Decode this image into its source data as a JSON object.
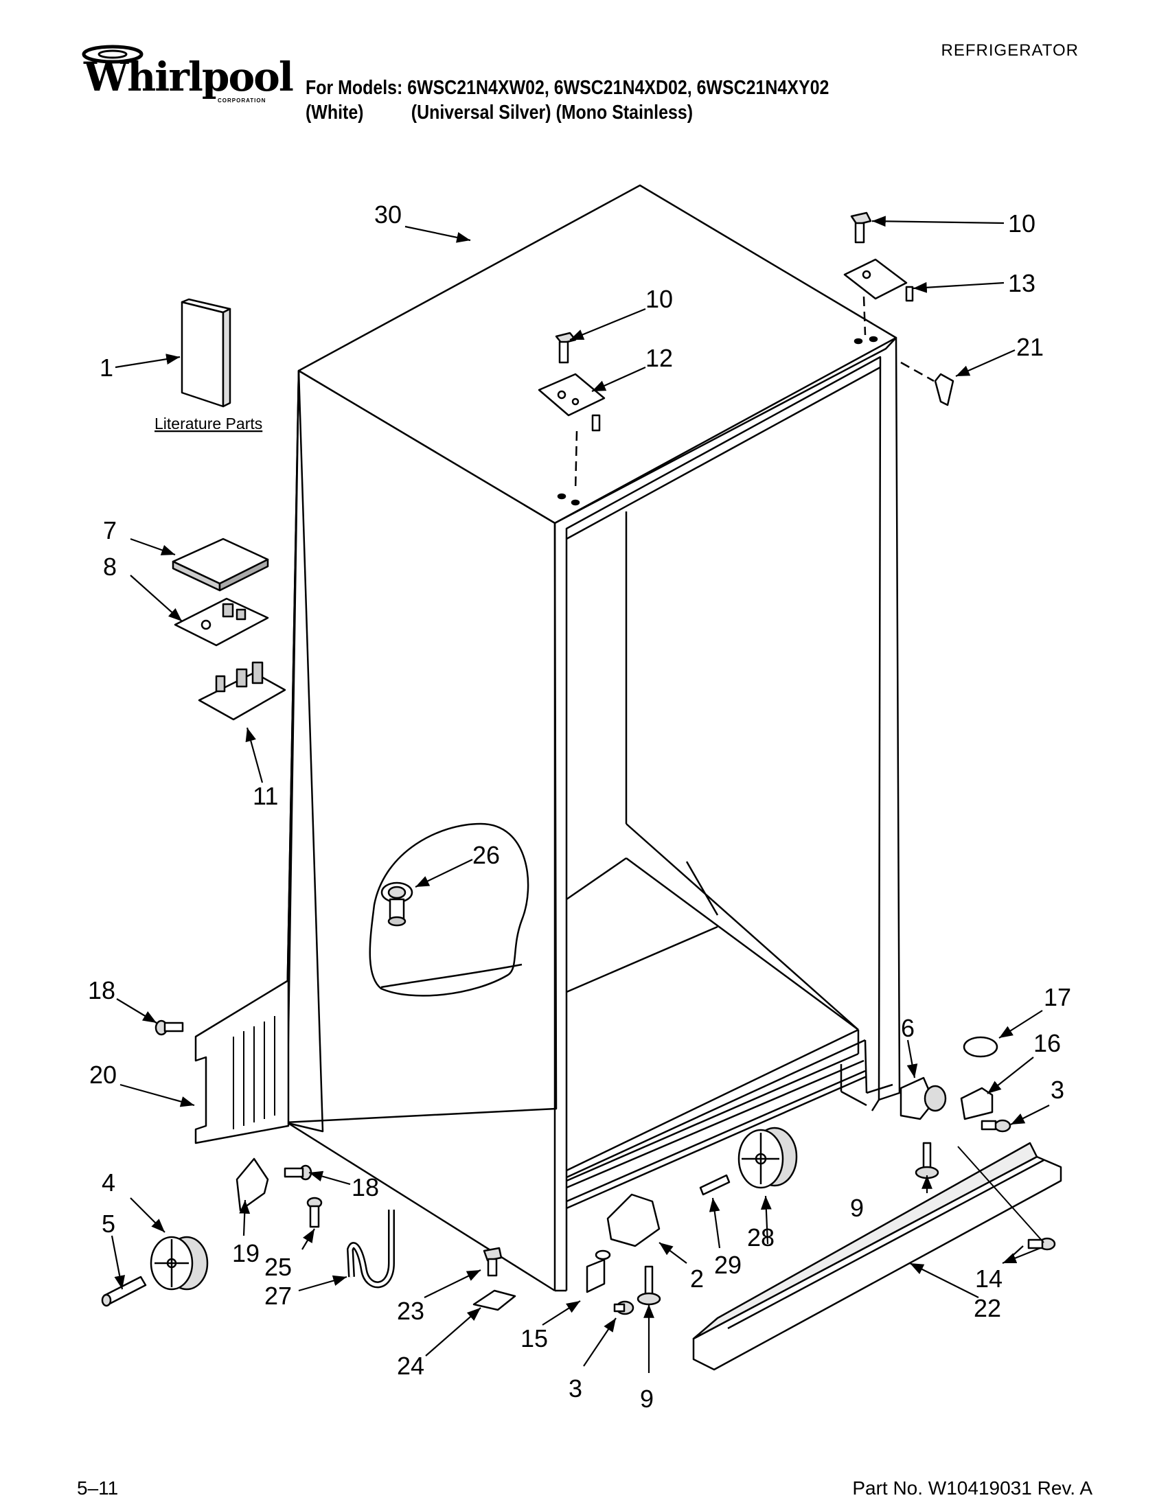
{
  "header": {
    "brand": "Whirlpool",
    "brand_sub": "CORPORATION",
    "category": "REFRIGERATOR",
    "models_line": "For Models: 6WSC21N4XW02, 6WSC21N4XD02, 6WSC21N4XY02",
    "variants_line": "(White)          (Universal Silver) (Mono Stainless)"
  },
  "footer": {
    "page": "5–11",
    "part_number": "Part No. W10419031 Rev. A"
  },
  "diagram": {
    "literature_label": "Literature Parts",
    "callouts": {
      "c1": "1",
      "c2": "2",
      "c3a": "3",
      "c3b": "3",
      "c4": "4",
      "c5": "5",
      "c6": "6",
      "c7": "7",
      "c8": "8",
      "c9a": "9",
      "c9b": "9",
      "c10a": "10",
      "c10b": "10",
      "c11": "11",
      "c12": "12",
      "c13": "13",
      "c14": "14",
      "c15": "15",
      "c16": "16",
      "c17": "17",
      "c18a": "18",
      "c18b": "18",
      "c19": "19",
      "c20": "20",
      "c21": "21",
      "c22": "22",
      "c23": "23",
      "c24": "24",
      "c25": "25",
      "c26": "26",
      "c27": "27",
      "c28": "28",
      "c29": "29",
      "c30": "30"
    }
  }
}
